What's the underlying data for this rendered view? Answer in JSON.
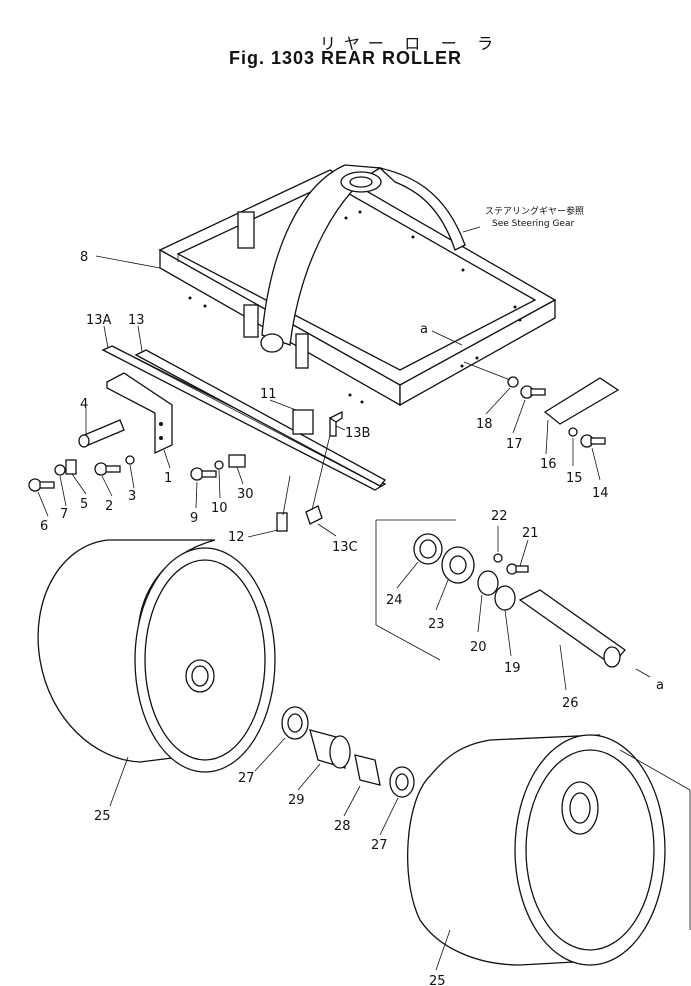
{
  "title_jp": "リヤー ロ ー ラ",
  "title_en": "Fig. 1303 REAR ROLLER",
  "note_jp": "ステアリングギヤー参照",
  "note_en": "See Steering Gear",
  "labels": {
    "p1": "1",
    "p2": "2",
    "p3": "3",
    "p4": "4",
    "p5": "5",
    "p6": "6",
    "p7": "7",
    "p8": "8",
    "p9": "9",
    "p10": "10",
    "p11": "11",
    "p12": "12",
    "p13": "13",
    "p13a": "13A",
    "p13b": "13B",
    "p13c": "13C",
    "p14": "14",
    "p15": "15",
    "p16": "16",
    "p17": "17",
    "p18": "18",
    "p19": "19",
    "p20": "20",
    "p21": "21",
    "p22": "22",
    "p23": "23",
    "p24": "24",
    "p25a": "25",
    "p25b": "25",
    "p26": "26",
    "p27a": "27",
    "p27b": "27",
    "p28": "28",
    "p29": "29",
    "p30": "30",
    "ref_a1": "a",
    "ref_a2": "a"
  }
}
